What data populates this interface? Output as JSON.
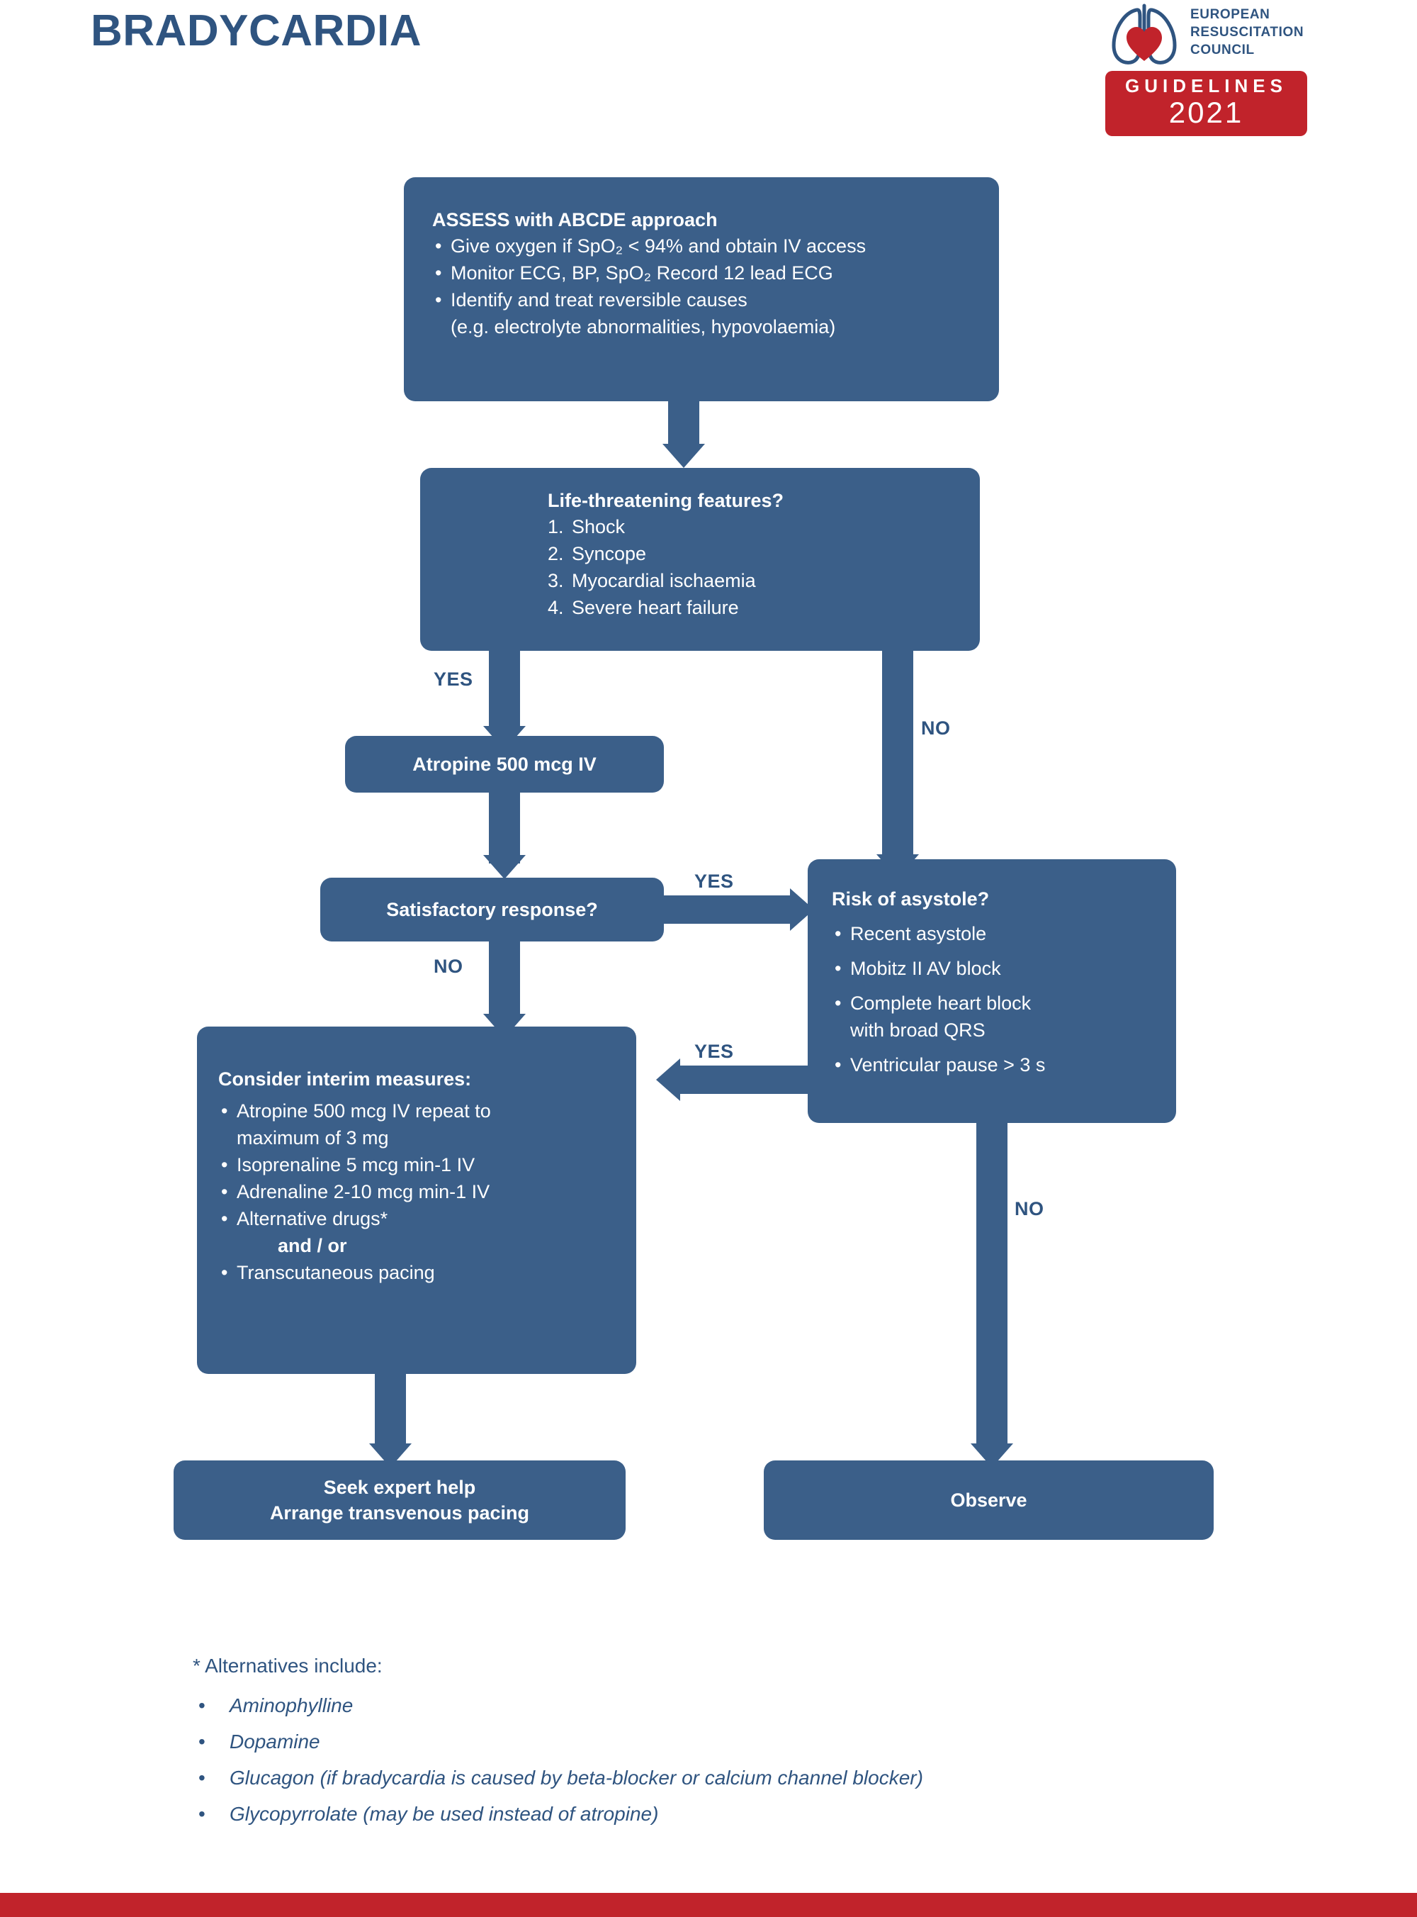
{
  "page_title": "BRADYCARDIA",
  "colors": {
    "box_blue": "#3b5f89",
    "text_blue": "#2f5480",
    "brand_red": "#c1232b"
  },
  "logo": {
    "line1": "EUROPEAN",
    "line2": "RESUSCITATION",
    "line3": "COUNCIL",
    "badge_label": "GUIDELINES",
    "badge_year": "2021",
    "icon_lungs": "lungs-icon",
    "icon_heart": "heart-icon"
  },
  "boxes": {
    "assess": {
      "heading": "ASSESS with ABCDE approach",
      "items": [
        "Give oxygen if SpO₂ < 94% and obtain IV access",
        "Monitor ECG, BP, SpO₂   Record 12 lead ECG",
        "Identify and treat reversible causes"
      ],
      "continuation": "(e.g. electrolyte abnormalities, hypovolaemia)"
    },
    "life_threatening": {
      "heading": "Life-threatening features?",
      "items": [
        "Shock",
        "Syncope",
        "Myocardial ischaemia",
        "Severe heart failure"
      ]
    },
    "atropine": {
      "label": "Atropine 500 mcg IV"
    },
    "satisfactory": {
      "label": "Satisfactory response?"
    },
    "risk_asystole": {
      "heading": "Risk of asystole?",
      "items": [
        "Recent asystole",
        "Mobitz II AV block",
        "Complete heart block",
        "with broad QRS",
        "Ventricular pause > 3 s"
      ]
    },
    "interim": {
      "heading": "Consider interim measures:",
      "items": [
        "Atropine 500 mcg IV repeat to",
        "maximum of 3 mg",
        "Isoprenaline 5 mcg min-1 IV",
        "Adrenaline 2-10 mcg min-1 IV",
        "Alternative drugs*",
        "and / or",
        "Transcutaneous pacing"
      ]
    },
    "seek_expert": {
      "line1": "Seek expert help",
      "line2": "Arrange transvenous pacing"
    },
    "observe": {
      "label": "Observe"
    }
  },
  "branch_labels": {
    "lt_yes": "YES",
    "lt_no": "NO",
    "sat_yes": "YES",
    "sat_no": "NO",
    "risk_yes": "YES",
    "risk_no": "NO"
  },
  "footnotes": {
    "title": "* Alternatives include:",
    "items": [
      "Aminophylline",
      "Dopamine",
      "Glucagon (if bradycardia is caused by beta-blocker or calcium channel blocker)",
      "Glycopyrrolate (may be used instead of atropine)"
    ]
  }
}
